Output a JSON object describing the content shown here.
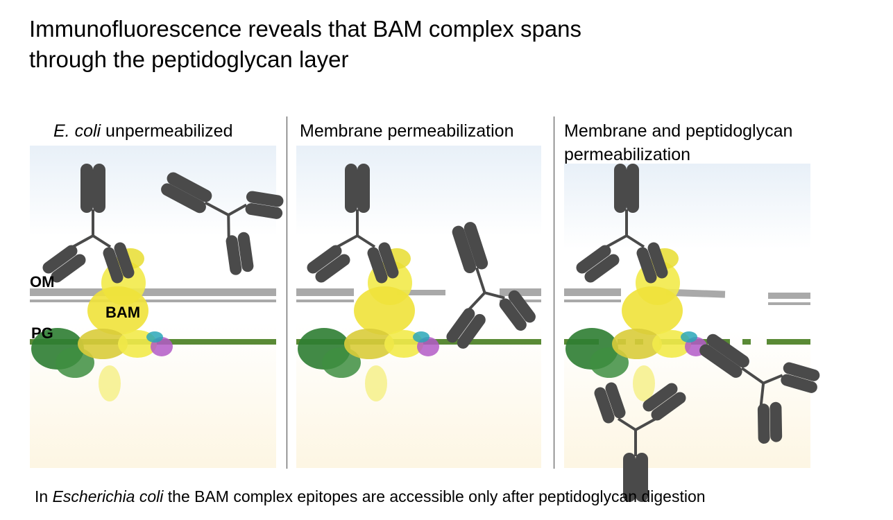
{
  "title": {
    "line1": "Immunofluorescence reveals that BAM complex spans",
    "line2": "through the peptidoglycan layer"
  },
  "panels": [
    {
      "label_italic": "E. coli",
      "label_rest": " unpermeabilized"
    },
    {
      "label": "Membrane permeabilization"
    },
    {
      "label_line1": "Membrane and peptidoglycan",
      "label_line2": "permeabilization"
    }
  ],
  "labels": {
    "om": "OM",
    "pg": "PG",
    "bam": "BAM"
  },
  "caption": {
    "prefix": "In ",
    "italic": "Escherichia coli",
    "rest": " the BAM complex epitopes are accessible only after peptidoglycan digestion"
  },
  "colors": {
    "membrane": "#a9a9a9",
    "peptidoglycan": "#5a8a35",
    "antibody": "#4a4a4a",
    "bam_yellow": "#f2ea4a",
    "bam_green": "#2e7d32",
    "bam_purple": "#b35bc7",
    "bam_teal": "#2aa7b8"
  }
}
